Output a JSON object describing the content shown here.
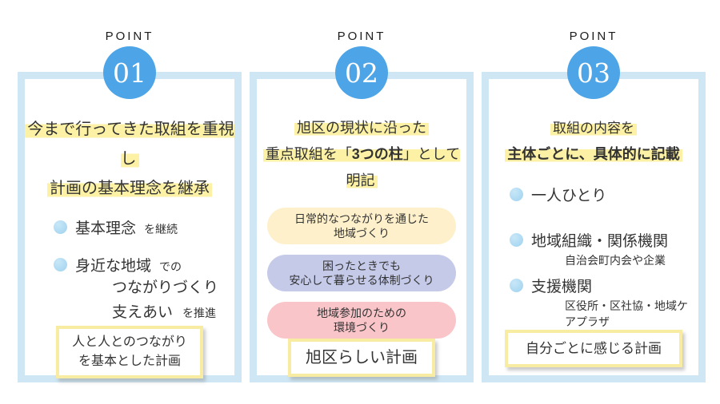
{
  "colors": {
    "accent_blue": "#4da4e6",
    "card_border_blue": "#cfe7f5",
    "bullet_dot_blue": "#a5d6f1",
    "highlight_yellow": "#fcf1a4",
    "footer_box_border_yellow": "#f8eba2",
    "pill_cream": "#fdf0cb",
    "pill_lavender": "#c5cae9",
    "pill_pink": "#f9c5c9",
    "text_dark": "#333333"
  },
  "points": [
    {
      "label": "POINT",
      "number": "01",
      "heading": [
        "今まで行ってきた取組を重視し",
        "計画の基本理念を継承"
      ],
      "bullets": [
        {
          "main": "基本理念",
          "small": "を継続"
        },
        {
          "main": "身近な地域",
          "small": "での"
        }
      ],
      "continuation": [
        {
          "main": "つながりづくり",
          "small": ""
        },
        {
          "main": "支えあい",
          "small": "を推進"
        }
      ],
      "footer": [
        "人と人とのつながり",
        "を基本とした計画"
      ]
    },
    {
      "label": "POINT",
      "number": "02",
      "heading_line1": "旭区の現状に沿った",
      "heading_line2": {
        "pre": "重点取組を「",
        "bold": "3つの柱",
        "post": "」として明記"
      },
      "pills": [
        {
          "lines": [
            "日常的なつながりを通じた",
            "地域づくり"
          ],
          "color": "#fdf0cb"
        },
        {
          "lines": [
            "困ったときでも",
            "安心して暮らせる体制づくり"
          ],
          "color": "#c5cae9"
        },
        {
          "lines": [
            "地域参加のための",
            "環境づくり"
          ],
          "color": "#f9c5c9"
        }
      ],
      "footer": [
        "旭区らしい計画"
      ]
    },
    {
      "label": "POINT",
      "number": "03",
      "heading_line1": "取組の内容を",
      "heading_line2": "主体ごとに、具体的に記載",
      "bullets": [
        {
          "main": "一人ひとり",
          "sub": ""
        },
        {
          "main": "地域組織・関係機関",
          "sub": "自治会町内会や企業"
        },
        {
          "main": "支援機関",
          "sub": "区役所・区社協・地域ケアプラザ"
        }
      ],
      "footer": [
        "自分ごとに感じる計画"
      ]
    }
  ]
}
